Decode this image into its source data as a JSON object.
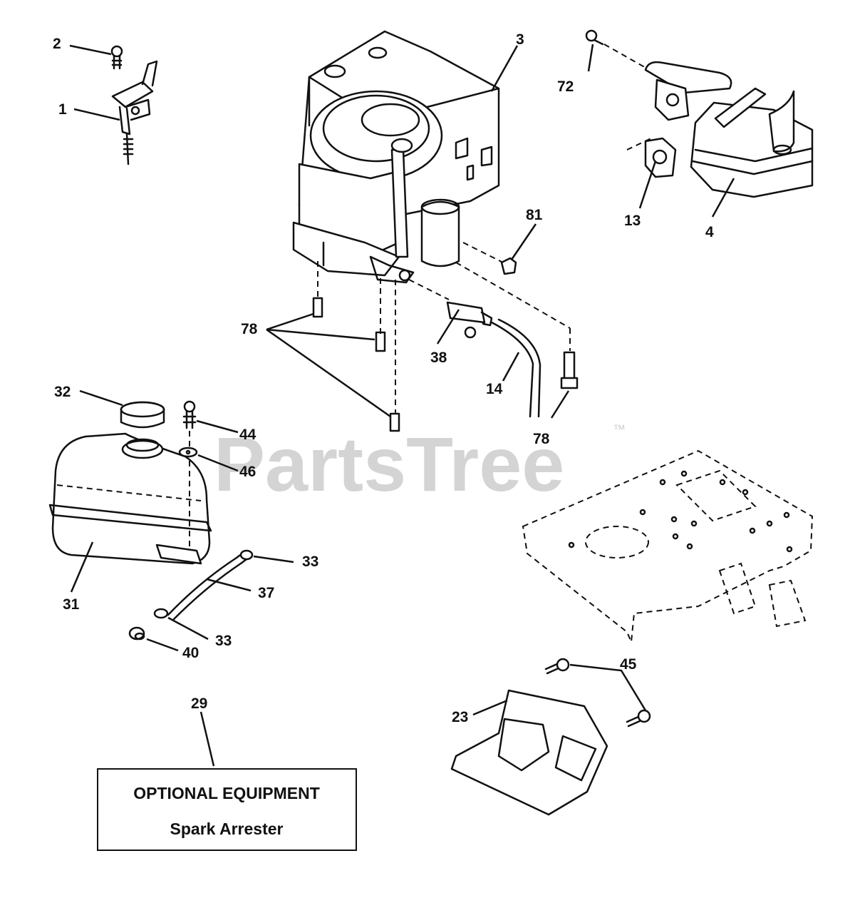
{
  "watermark": {
    "text": "PartsTree",
    "trademark": "™"
  },
  "callouts": {
    "c1": "1",
    "c2": "2",
    "c3": "3",
    "c4": "4",
    "c13": "13",
    "c14": "14",
    "c23": "23",
    "c29": "29",
    "c31": "31",
    "c32": "32",
    "c33a": "33",
    "c33b": "33",
    "c37": "37",
    "c38": "38",
    "c40": "40",
    "c44": "44",
    "c45": "45",
    "c46": "46",
    "c72": "72",
    "c78a": "78",
    "c78b": "78",
    "c81": "81"
  },
  "optional_box": {
    "title": "OPTIONAL EQUIPMENT",
    "subtitle": "Spark Arrester"
  }
}
